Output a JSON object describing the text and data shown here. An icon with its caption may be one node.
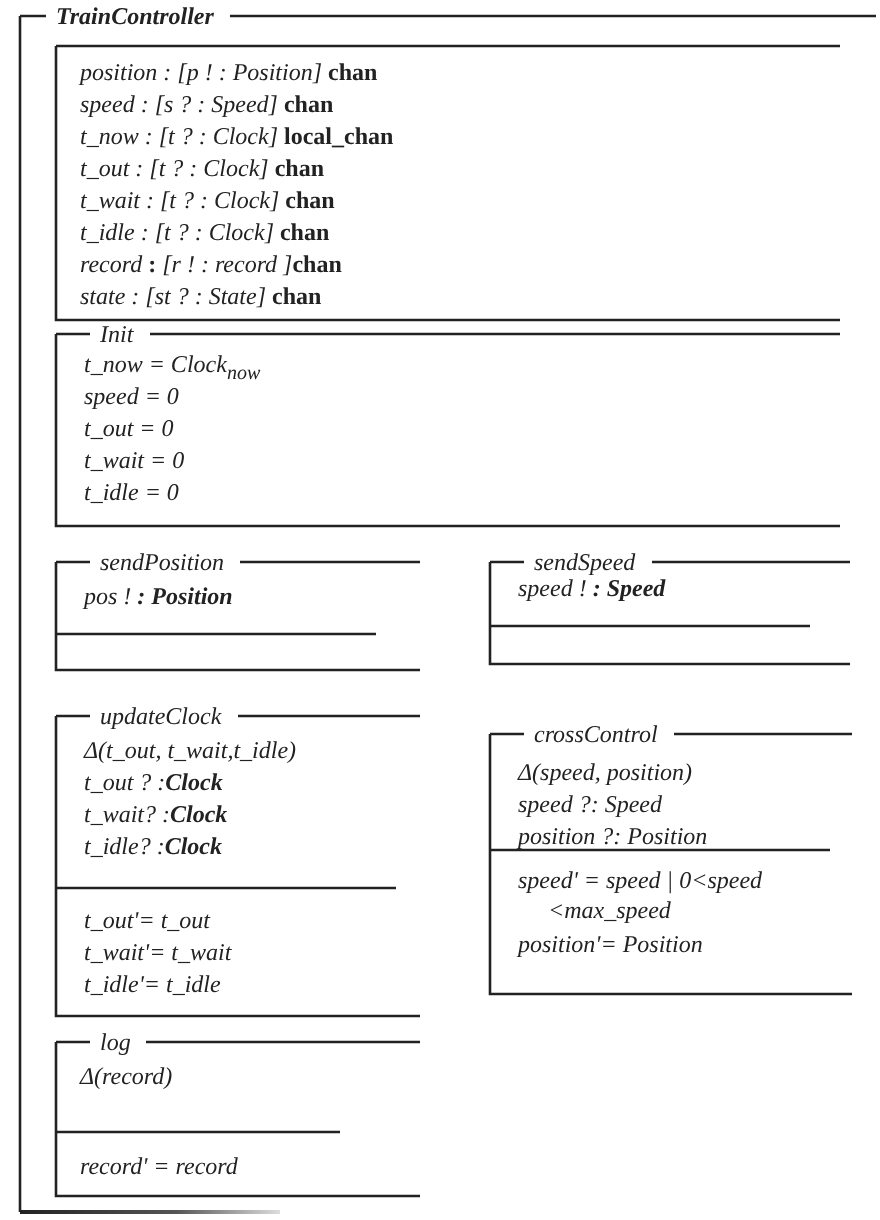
{
  "diagram": {
    "nodes": [
      {
        "text": [
          "TrainController"
        ]
      },
      {
        "text": [
          "position : [p ! : Position] **chan**",
          "speed : [s ? : Speed] **chan**",
          "t_now : [t ? : Clock] **local_chan**",
          "t_out : [t ? : Clock] **chan**",
          "t_wait : [t ? : Clock] **chan**",
          "t_idle : [t ? : Clock] **chan**",
          "record **:** [r ! : record ]**chan**",
          "state : [st ? : State] **chan**"
        ],
        "in": 0
      },
      {
        "text": [
          "Init",
          "t_now = Clock$_{now}$",
          "speed = 0",
          "t_out = 0",
          "t_wait = 0",
          "t_idle = 0"
        ],
        "in": 0
      },
      {
        "text": [
          "sendPosition",
          "pos ! **: Position**"
        ],
        "in": 0
      },
      {
        "text": [
          "sendSpeed",
          "speed ! **: Speed**"
        ],
        "in": 0
      },
      {
        "text": [
          "updateClock",
          "Δ(t_out, t_wait,t_idle)",
          "t_out ? :**Clock**",
          "t_wait? :**Clock**",
          "t_idle? :**Clock**",
          "t_out'= t_out",
          "t_wait'= t_wait",
          "t_idle'= t_idle"
        ],
        "in": 0
      },
      {
        "text": [
          "crossControl",
          "Δ(speed, position)",
          "speed ?: Speed",
          "position ?: Position",
          "speed' = speed | 0<speed <max_speed",
          "position'= Position"
        ],
        "in": 0
      },
      {
        "text": [
          "log",
          "Δ(record)",
          "record' = record"
        ],
        "in": 0
      }
    ]
  }
}
